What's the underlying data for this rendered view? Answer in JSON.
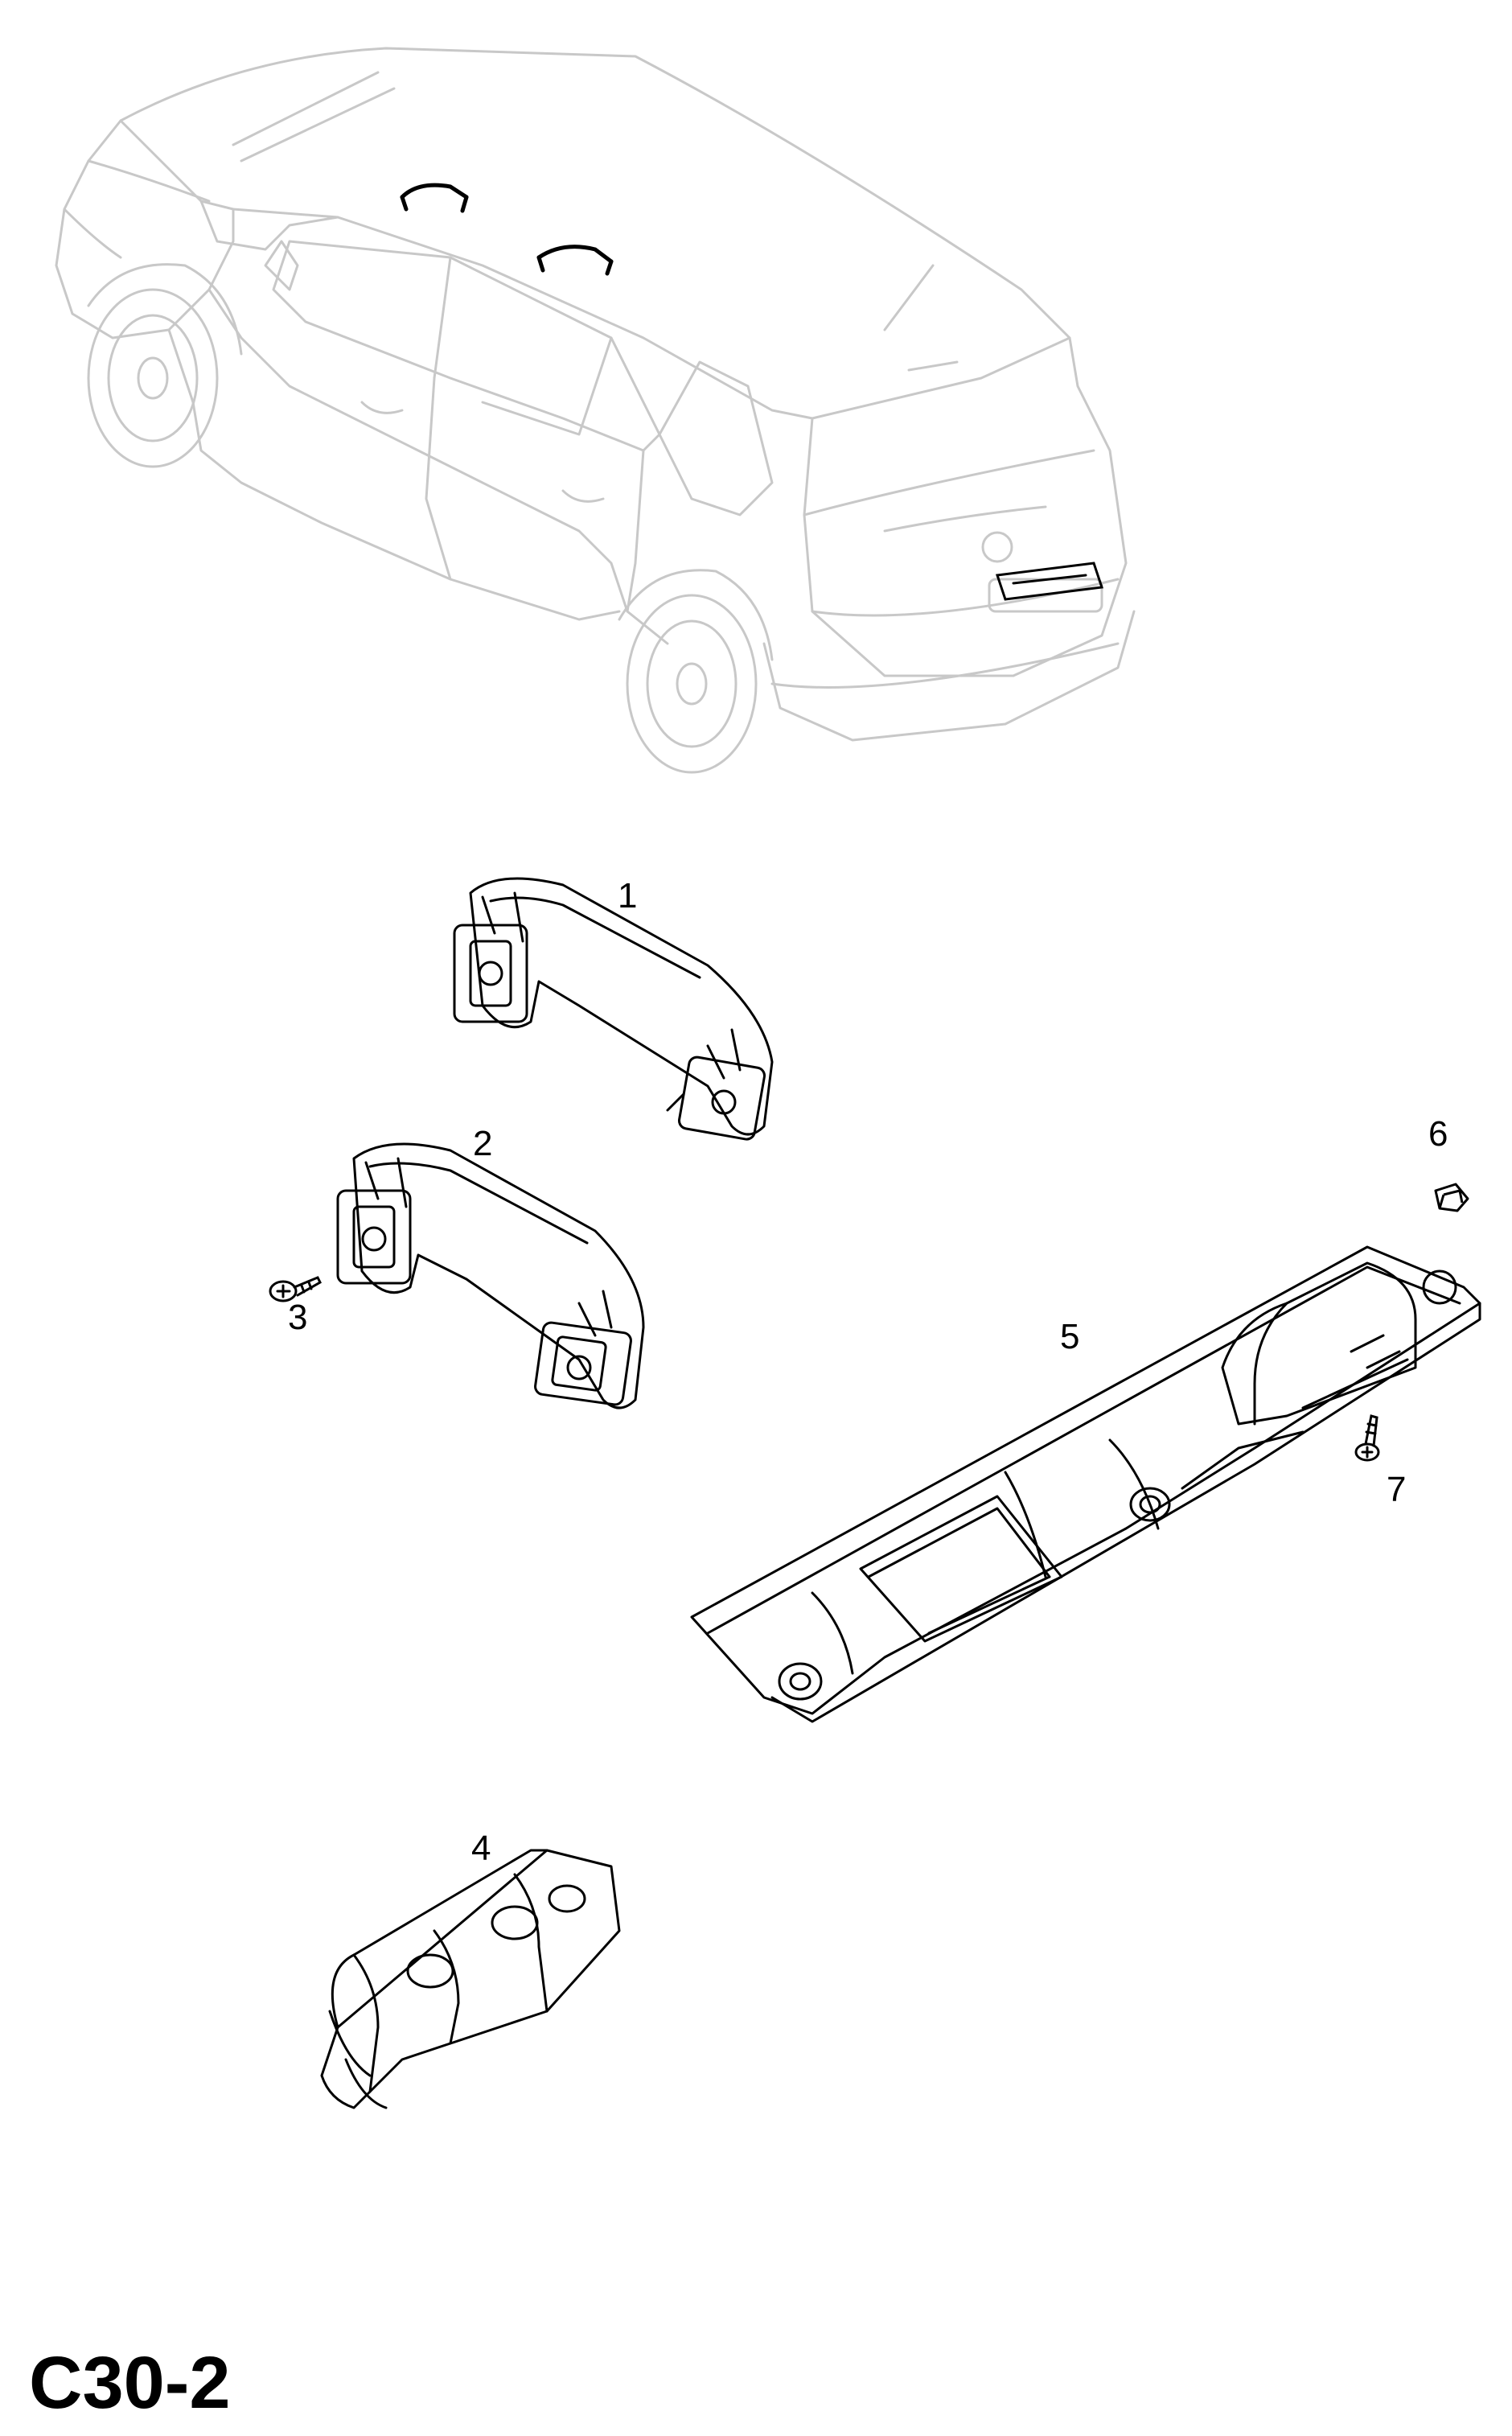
{
  "diagram": {
    "page_code": "C30-2",
    "callouts": [
      {
        "id": "1",
        "label": "1"
      },
      {
        "id": "2",
        "label": "2"
      },
      {
        "id": "3",
        "label": "3"
      },
      {
        "id": "4",
        "label": "4"
      },
      {
        "id": "5",
        "label": "5"
      },
      {
        "id": "6",
        "label": "6"
      },
      {
        "id": "7",
        "label": "7"
      }
    ],
    "colors": {
      "line": "#000000",
      "ghost_line": "#c8c8c8",
      "background": "#ffffff"
    }
  }
}
